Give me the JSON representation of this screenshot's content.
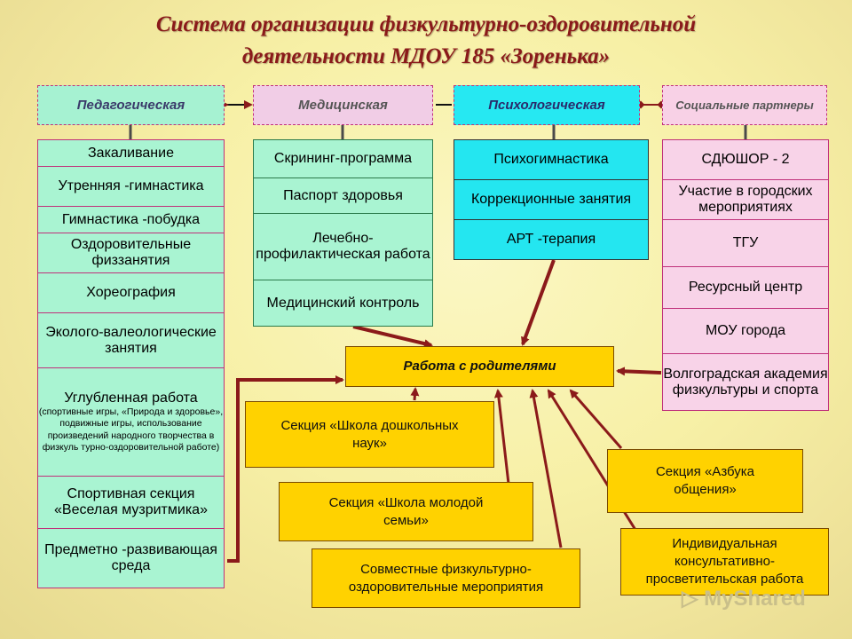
{
  "title": {
    "line1": "Система организации физкультурно-оздоровительной",
    "line2": "деятельности МДОУ 185 «Зоренька»"
  },
  "headers": {
    "ped": "Педагогическая",
    "med": "Медицинская",
    "psy": "Психологическая",
    "soc": "Социальные партнеры"
  },
  "ped_items": [
    "Закаливание",
    "Утренняя -гимнастика",
    "Гимнастика -побудка",
    "Оздоровительные физзанятия",
    "Хореография",
    "Эколого-валеологические занятия",
    "Углубленная работа",
    "(спортивные игры, «Природа и здоровье», подвижные игры, использование произведений народного творчества в физкуль турно-оздоровительной работе)",
    "Спортивная секция «Веселая музритмика»",
    "Предметно -развивающая среда"
  ],
  "med_items": [
    "Скрининг-программа",
    "Паспорт здоровья",
    "Лечебно-профилактическая работа",
    "Медицинский контроль"
  ],
  "psy_items": [
    "Психогимнастика",
    "Коррекционные занятия",
    "АРТ -терапия"
  ],
  "soc_items": [
    "СДЮШОР - 2",
    "Участие в городских мероприятиях",
    "ТГУ",
    "Ресурсный центр",
    "МОУ города",
    "Волгоградская академия физкультуры и спорта"
  ],
  "center": "Работа с родителями",
  "parent_boxes": {
    "sec1": "Секция «Школа дошкольных наук»",
    "sec2": "Секция «Школа молодой семьи»",
    "sec3": "Совместные физкультурно-оздоровительные мероприятия",
    "sec4": "Секция «Азбука общения»",
    "sec5": "Индивидуальная консультативно-просветительская работа"
  },
  "watermark": "MyShared",
  "colors": {
    "arrow": "#8b1a1a",
    "title": "#8a1a1a",
    "yellow": "#ffd200",
    "green": "#a9f4d2",
    "cyan": "#24e6f0",
    "pink": "#f8d3e8"
  }
}
